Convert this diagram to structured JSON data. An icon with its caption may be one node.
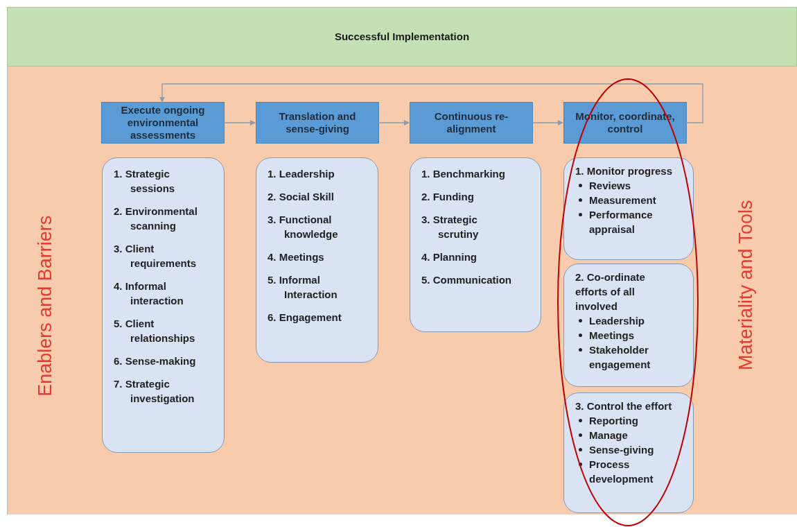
{
  "diagram": {
    "nodes": [
      {
        "text": [
          "Successful Implementation"
        ]
      },
      {
        "text": [
          "Enablers and Barriers",
          "Materiality and Tools"
        ]
      },
      {
        "text": [
          "Execute ongoing environmental assessments"
        ],
        "in": 1
      },
      {
        "text": [
          "Translation and sense-giving"
        ],
        "in": 1
      },
      {
        "text": [
          "Continuous re-alignment"
        ],
        "in": 1
      },
      {
        "text": [
          "Monitor, coordinate, control"
        ],
        "in": 1
      },
      {
        "text": [
          "1. Strategic sessions",
          "2. Environmental scanning",
          "3. Client requirements",
          "4. Informal interaction",
          "5. Client relationships",
          "6. Sense-making",
          "7. Strategic investigation"
        ],
        "in": 1
      },
      {
        "text": [
          "1. Leadership",
          "2. Social Skill",
          "3. Functional knowledge",
          "4. Meetings",
          "5. Informal Interaction",
          "6. Engagement"
        ],
        "in": 1
      },
      {
        "text": [
          "1. Benchmarking",
          "2. Funding",
          "3. Strategic scrutiny",
          "4. Planning",
          "5. Communication"
        ],
        "in": 1
      },
      {
        "text": [
          "1. Monitor progress",
          "Reviews",
          "Measurement",
          "Performance appraisal"
        ],
        "in": 1
      },
      {
        "text": [
          "2. Co-ordinate efforts of all involved",
          "Leadership",
          "Meetings",
          "Stakeholder engagement"
        ],
        "in": 1
      },
      {
        "text": [
          "3. Control the effort",
          "Reporting",
          "Manage",
          "Sense-giving",
          "Process development"
        ],
        "in": 1
      }
    ],
    "edges": [
      {
        "from": 2,
        "to": 3,
        "arrow": "to"
      },
      {
        "from": 3,
        "to": 4,
        "arrow": "to"
      },
      {
        "from": 4,
        "to": 5,
        "arrow": "to"
      },
      {
        "from": 5,
        "to": 2,
        "arrow": "to"
      }
    ]
  }
}
